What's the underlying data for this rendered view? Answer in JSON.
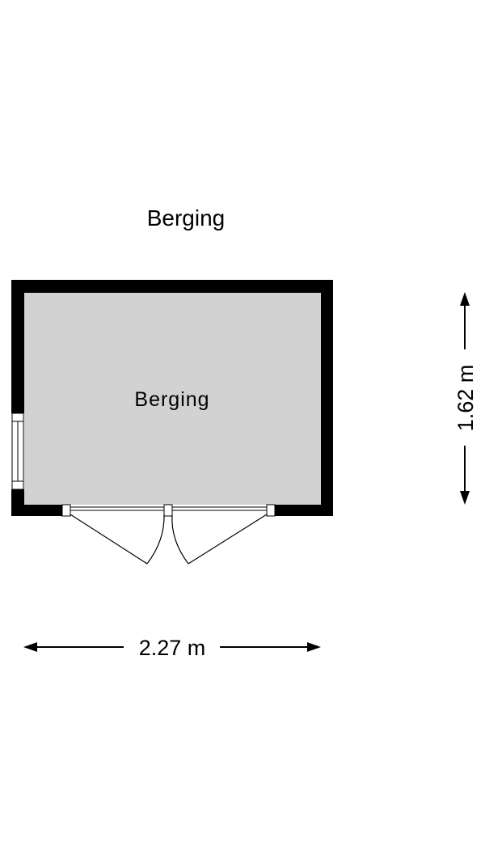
{
  "plan": {
    "title": "Berging",
    "room_label": "Berging",
    "width_label": "2.27 m",
    "height_label": "1.62 m"
  },
  "colors": {
    "wall": "#000000",
    "floor": "#d2d2d2",
    "background": "#ffffff",
    "line": "#000000"
  }
}
